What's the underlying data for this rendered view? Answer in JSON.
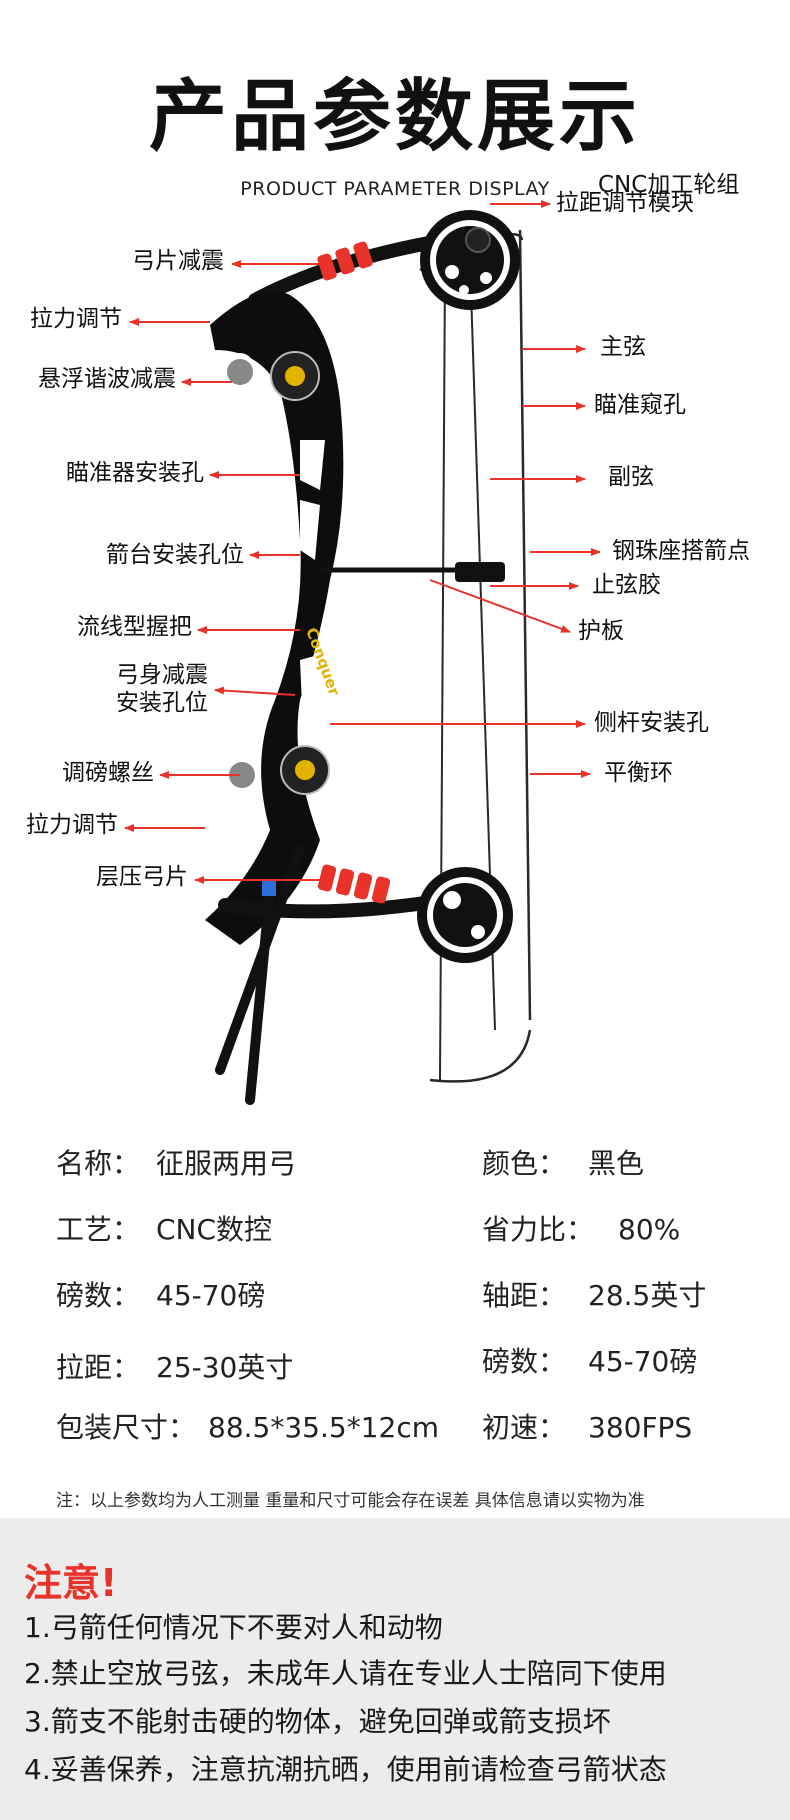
{
  "header": {
    "title": "产品参数展示",
    "subtitle": "PRODUCT PARAMETER DISPLAY"
  },
  "diagram": {
    "labels_left": [
      "弓片减震",
      "拉力调节",
      "悬浮谐波减震",
      "瞄准器安装孔",
      "箭台安装孔位",
      "流线型握把",
      "弓身减震",
      "安装孔位",
      "调磅螺丝",
      "拉力调节",
      "层压弓片"
    ],
    "labels_right": [
      "CNC加工轮组",
      "拉距调节模块",
      "主弦",
      "瞄准窥孔",
      "副弦",
      "钢珠座搭箭点",
      "止弦胶",
      "护板",
      "侧杆安装孔",
      "平衡环"
    ],
    "grip_brand": "Conquer",
    "accent_color": "#e8322a",
    "bow_color": "#111111"
  },
  "specs": {
    "left": [
      {
        "key": "名称：",
        "value": "征服两用弓"
      },
      {
        "key": "工艺：",
        "value": "CNC数控"
      },
      {
        "key": "磅数：",
        "value": "45-70磅"
      },
      {
        "key": "拉距：",
        "value": "25-30英寸"
      },
      {
        "key": "包装尺寸：",
        "value": "88.5*35.5*12cm"
      }
    ],
    "right": [
      {
        "key": "颜色：",
        "value": "黑色"
      },
      {
        "key": "省力比：",
        "value": "80%"
      },
      {
        "key": "轴距：",
        "value": "28.5英寸"
      },
      {
        "key": "磅数：",
        "value": "45-70磅"
      },
      {
        "key": "初速：",
        "value": "380FPS"
      }
    ]
  },
  "note": "注：以上参数均为人工测量 重量和尺寸可能会存在误差 具体信息请以实物为准",
  "warning": {
    "title": "注意!",
    "items": [
      "1.弓箭任何情况下不要对人和动物",
      "2.禁止空放弓弦，未成年人请在专业人士陪同下使用",
      "3.箭支不能射击硬的物体，避免回弹或箭支损坏",
      "4.妥善保养，注意抗潮抗晒，使用前请检查弓箭状态"
    ],
    "color": "#e8322a"
  }
}
